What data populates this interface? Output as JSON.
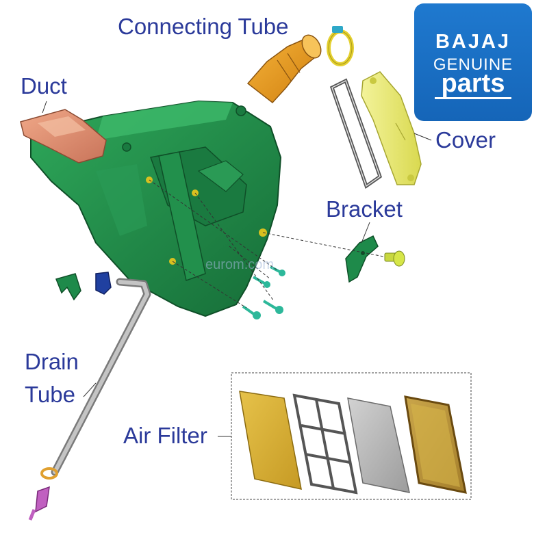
{
  "labels": {
    "connecting_tube": "Connecting Tube",
    "duct": "Duct",
    "cover": "Cover",
    "bracket": "Bracket",
    "drain_tube_line1": "Drain",
    "drain_tube_line2": "Tube",
    "air_filter": "Air Filter"
  },
  "logo": {
    "brand": "BAJAJ",
    "line2": "GENUINE",
    "line3": "parts",
    "color": "#1a6ec4",
    "text_color": "#ffffff"
  },
  "watermark": "eurom.com",
  "colors": {
    "label": "#2b3a9a",
    "airbox_body": "#1e8a4a",
    "duct": "#d98a6a",
    "connecting_tube": "#e89a1a",
    "cover": "#e8e870",
    "clamp": "#f0e040",
    "screw": "#2db89a",
    "drain_tube": "#9a9a9a",
    "filter_yellow": "#d9b030",
    "filter_grey": "#b8b8b8",
    "filter_brown": "#b89040",
    "blue_clip": "#2040a0",
    "drain_plug": "#c060c0"
  }
}
